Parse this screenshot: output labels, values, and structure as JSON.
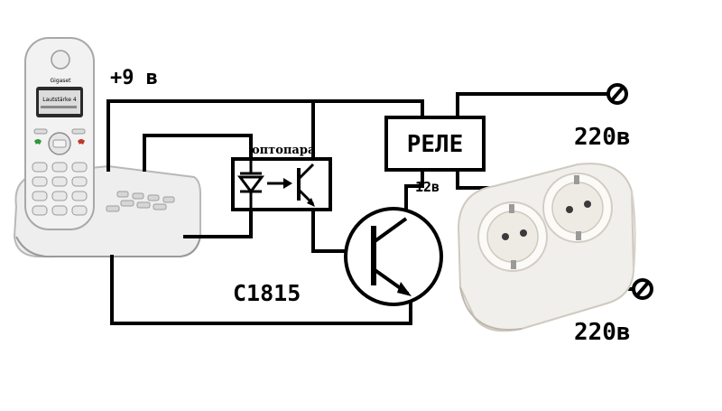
{
  "labels": {
    "supply": "+9 в",
    "optocoupler": "оптопара",
    "relay": "РЕЛЕ",
    "relay_voltage": "12в",
    "transistor": "C1815",
    "mains_top": "220в",
    "mains_bottom": "220в"
  },
  "phone": {
    "brand": "Gigaset",
    "screen_text": "Lautstärke 4"
  }
}
